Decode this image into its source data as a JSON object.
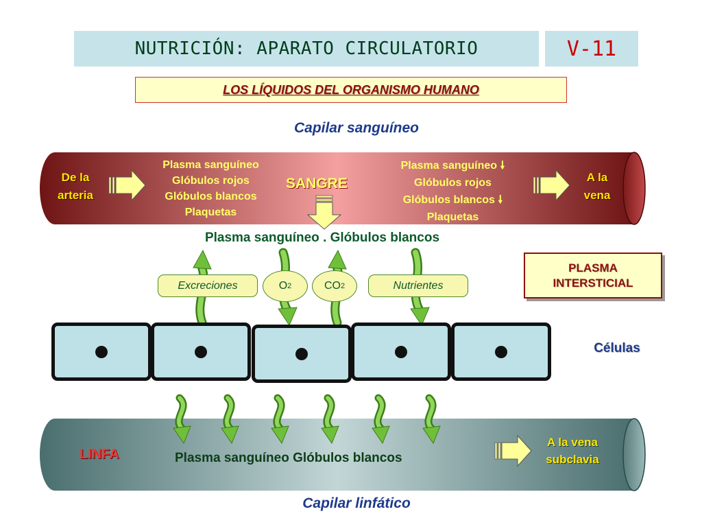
{
  "header": {
    "title": "NUTRICIÓN: APARATO CIRCULATORIO",
    "code": "V-11",
    "subtitle": "LOS LÍQUIDOS DEL ORGANISMO HUMANO"
  },
  "blood_capillary": {
    "caption": "Capilar sanguíneo",
    "from_label": [
      "De la",
      "arteria"
    ],
    "to_label": [
      "A la",
      "vena"
    ],
    "center_label": "SANGRE",
    "left_components": [
      "Plasma sanguíneo",
      "Glóbulos rojos",
      "Glóbulos blancos",
      "Plaquetas"
    ],
    "right_components": [
      {
        "text": "Plasma sanguíneo",
        "decrease": true
      },
      {
        "text": "Glóbulos rojos",
        "decrease": false
      },
      {
        "text": "Glóbulos blancos",
        "decrease": true
      },
      {
        "text": "Plaquetas",
        "decrease": false
      }
    ],
    "outflow_text": "Plasma sanguíneo . Glóbulos blancos"
  },
  "exchange": [
    {
      "label": "Excreciones",
      "direction": "up"
    },
    {
      "label": "O",
      "sub": "2",
      "direction": "down"
    },
    {
      "label": "CO",
      "sub": "2",
      "direction": "up"
    },
    {
      "label": "Nutrientes",
      "direction": "down"
    }
  ],
  "interstitial_label": [
    "PLASMA",
    "INTERSTICIAL"
  ],
  "cells_label": "Células",
  "cell_count": 5,
  "lymph_capillary": {
    "caption": "Capilar linfático",
    "label": "LINFA",
    "content": "Plasma sanguíneo  Glóbulos blancos",
    "to_label": [
      "A la vena",
      "subclavia"
    ]
  },
  "colors": {
    "blood_dark": "#6e1414",
    "blood_light": "#f4a0a0",
    "lymph_dark": "#4a6e6e",
    "lymph_light": "#c2d6d6",
    "arrow_green": "#6fbf3a",
    "arrow_yellow": "#ffff99",
    "title_bg": "#c6e3ea"
  }
}
